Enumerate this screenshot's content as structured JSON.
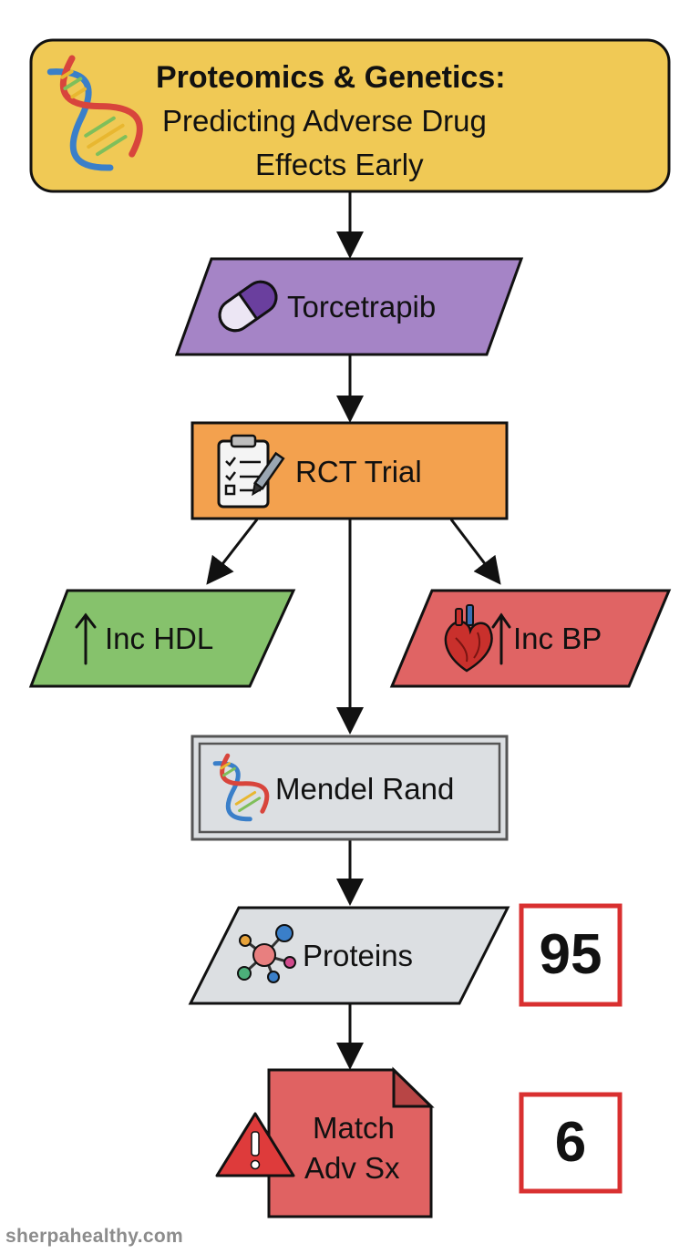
{
  "title": {
    "line1": "Proteomics & Genetics:",
    "line2": "Predicting Adverse Drug",
    "line3": "Effects Early"
  },
  "nodes": {
    "drug": "Torcetrapib",
    "trial": "RCT Trial",
    "hdl": "Inc HDL",
    "bp": "Inc BP",
    "mendel": "Mendel Rand",
    "proteins": "Proteins",
    "match_line1": "Match",
    "match_line2": "Adv Sx"
  },
  "counts": {
    "proteins": "95",
    "adverse_matches": "6"
  },
  "watermark": "sherpahealthy.com",
  "icons": [
    "dna-icon",
    "pill-icon",
    "clipboard-icon",
    "up-arrow-icon",
    "heart-icon",
    "molecule-icon",
    "warning-icon"
  ],
  "colors": {
    "title_fill": "#f0c955",
    "drug_fill": "#a584c6",
    "trial_fill": "#f3a14e",
    "hdl_fill": "#86c26c",
    "bp_fill": "#e06464",
    "mendel_fill": "#dcdfe2",
    "proteins_fill": "#dcdfe2",
    "match_fill": "#e06262",
    "count_border": "#d93030"
  }
}
